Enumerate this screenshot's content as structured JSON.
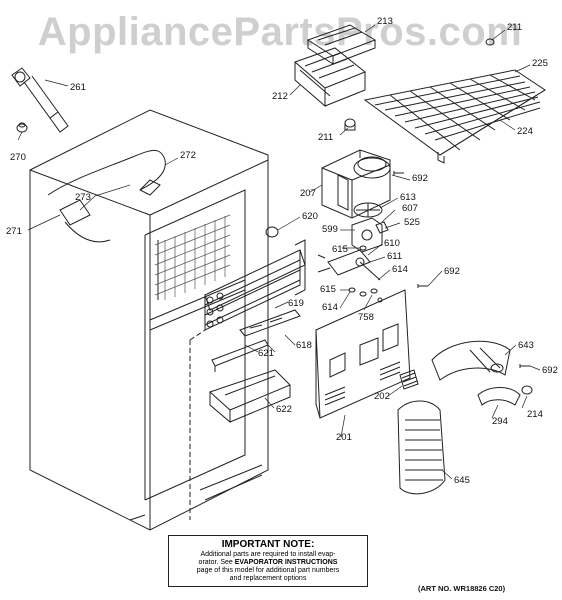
{
  "watermark": "AppliancePartsPros.com",
  "labels": [
    "213",
    "211",
    "225",
    "212",
    "261",
    "270",
    "272",
    "224",
    "211",
    "273",
    "271",
    "207",
    "692",
    "613",
    "620",
    "599",
    "607",
    "525",
    "615",
    "610",
    "611",
    "614",
    "692",
    "619",
    "614",
    "615",
    "758",
    "618",
    "621",
    "643",
    "692",
    "202",
    "214",
    "622",
    "294",
    "201",
    "645"
  ],
  "note": {
    "title": "IMPORTANT NOTE:",
    "lines": [
      "Additional parts are required to install evap-",
      "orator. See",
      "EVAPORATOR INSTRUCTIONS",
      "page of this model for additional part numbers",
      "and replacement options"
    ]
  },
  "art_number": "(ART NO. WR18826 C20)"
}
